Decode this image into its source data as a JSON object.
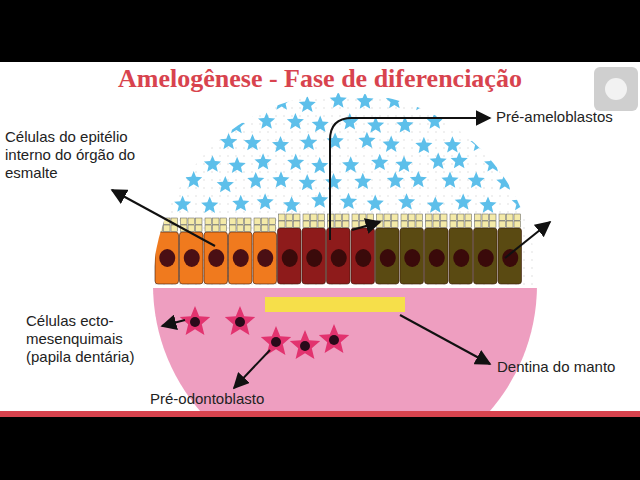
{
  "diagram": {
    "title": "Amelogênese - Fase de diferenciação",
    "labels": [
      "Pré-ameloblastos",
      "Células do epitélio interno do órgão do esmalte",
      "Células ecto-mesenquimais (papila dentária)",
      "Dentina do manto",
      "Pré-odontoblasto"
    ]
  }
}
